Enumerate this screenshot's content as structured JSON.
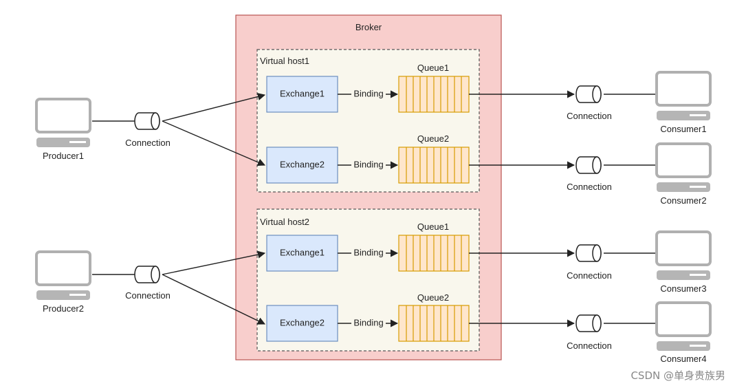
{
  "broker": {
    "label": "Broker"
  },
  "vhosts": [
    {
      "label": "Virtual host1",
      "rows": [
        {
          "exchange": "Exchange1",
          "binding": "Binding",
          "queue": "Queue1"
        },
        {
          "exchange": "Exchange2",
          "binding": "Binding",
          "queue": "Queue2"
        }
      ]
    },
    {
      "label": "Virtual host2",
      "rows": [
        {
          "exchange": "Exchange1",
          "binding": "Binding",
          "queue": "Queue1"
        },
        {
          "exchange": "Exchange2",
          "binding": "Binding",
          "queue": "Queue2"
        }
      ]
    }
  ],
  "producers": [
    {
      "name": "Producer1",
      "connection": "Connection"
    },
    {
      "name": "Producer2",
      "connection": "Connection"
    }
  ],
  "consumers": [
    {
      "name": "Consumer1",
      "connection": "Connection"
    },
    {
      "name": "Consumer2",
      "connection": "Connection"
    },
    {
      "name": "Consumer3",
      "connection": "Connection"
    },
    {
      "name": "Consumer4",
      "connection": "Connection"
    }
  ],
  "watermark": "CSDN @单身贵族男",
  "colors": {
    "broker_fill": "#f8cecc",
    "broker_stroke": "#b85450",
    "vhost_fill": "#f9f7ed",
    "exchange_fill": "#dae8fc",
    "exchange_stroke": "#6c8ebf",
    "queue_fill": "#ffe6cc",
    "queue_stroke": "#d79b00",
    "computer_stroke": "#b0b0b0"
  }
}
